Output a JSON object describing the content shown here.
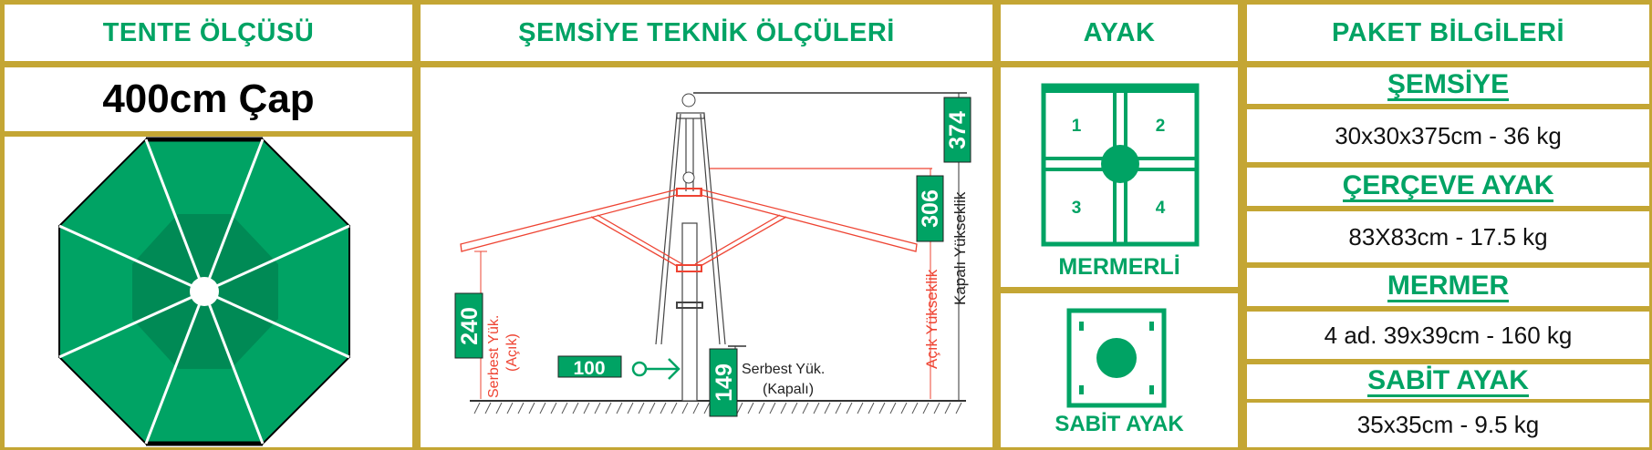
{
  "headers": {
    "canopy_size": "TENTE ÖLÇÜSÜ",
    "technical": "ŞEMSİYE TEKNİK ÖLÇÜLERİ",
    "base": "AYAK",
    "package": "PAKET BİLGİLERİ"
  },
  "canopy": {
    "size_label": "400cm Çap"
  },
  "technical": {
    "closed_height": "374",
    "open_height": "306",
    "clearance_open": "240",
    "pole_offset": "100",
    "clearance_closed": "149",
    "clearance_open_label_1": "Serbest Yük.",
    "clearance_open_label_2": "(Açık)",
    "clearance_closed_label_1": "Serbest Yük.",
    "clearance_closed_label_2": "(Kapalı)",
    "open_height_label": "Açık Yükseklik",
    "closed_height_label": "Kapalı Yükseklik"
  },
  "base": {
    "marble": {
      "label": "MERMERLİ",
      "slots": [
        "1",
        "2",
        "3",
        "4"
      ]
    },
    "fixed": {
      "label": "SABİT AYAK"
    }
  },
  "package": [
    {
      "title": "ŞEMSİYE",
      "value": "30x30x375cm - 36 kg"
    },
    {
      "title": "ÇERÇEVE AYAK",
      "value": "83X83cm - 17.5 kg"
    },
    {
      "title": "MERMER",
      "value": "4 ad. 39x39cm - 160 kg"
    },
    {
      "title": "SABİT AYAK",
      "value": "35x35cm - 9.5 kg"
    }
  ],
  "colors": {
    "green": "#00a364",
    "dark_green": "#008a55",
    "gold": "#c4a634",
    "red": "#ee4433"
  }
}
